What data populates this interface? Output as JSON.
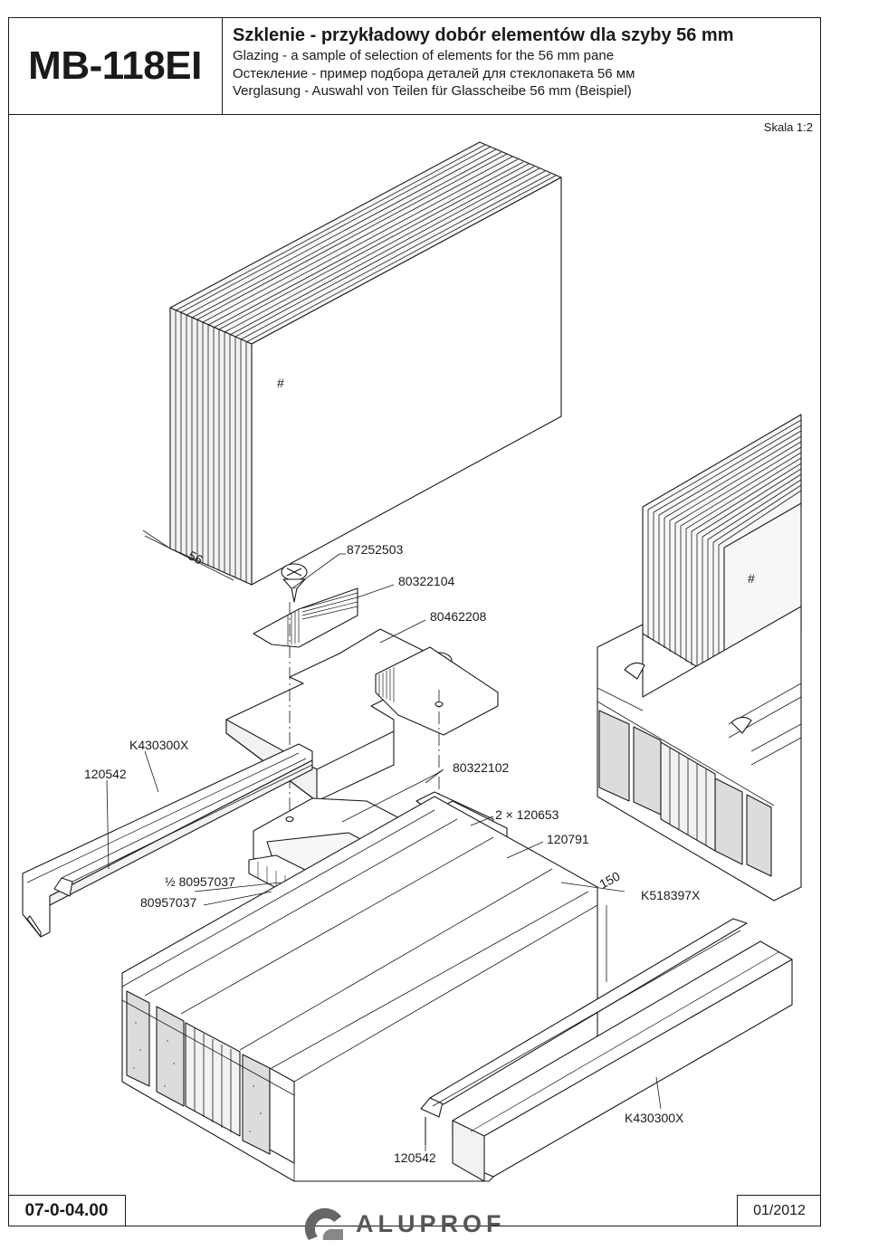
{
  "header": {
    "model": "MB-118EI",
    "title_pl": "Szklenie - przykładowy dobór elementów dla szyby 56 mm",
    "title_en": "Glazing - a sample of selection of elements for the 56 mm pane",
    "title_ru": "Остекление - пример подбора деталей для стеклопакета 56 мм",
    "title_de": "Verglasung - Auswahl von Teilen für Glasscheibe 56 mm (Beispiel)"
  },
  "scale": "Skala 1:2",
  "callouts": {
    "screw": "87252503",
    "clip_upper": "80322104",
    "pad_upper": "80462208",
    "clip_lower": "80322102",
    "bead_left": "K430300X",
    "gasket_left": "120542",
    "block_pair": "2 × 120653",
    "block_single": "120791",
    "half_block": "½ 80957037",
    "block_main": "80957037",
    "dim_150": "150",
    "profile_right": "K518397X",
    "bead_right": "K430300X",
    "gasket_right": "120542",
    "dim_56": "56",
    "glass_mark": "#"
  },
  "footer": {
    "code": "07-0-04.00",
    "date": "01/2012",
    "brand": "ALUPROF"
  },
  "colors": {
    "line": "#1a1a1a",
    "fill_light": "#f4f4f4",
    "insulation": "#dcdcdc",
    "logo": "#666666"
  }
}
